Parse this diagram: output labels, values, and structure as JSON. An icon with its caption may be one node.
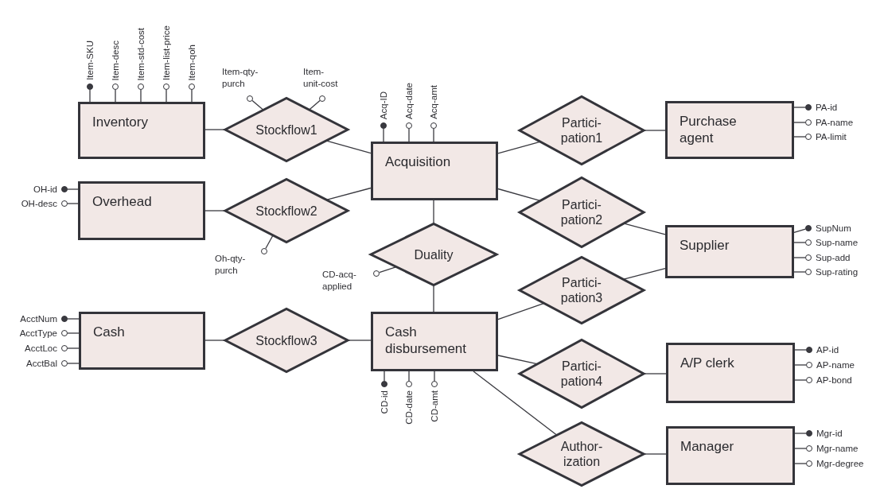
{
  "diagram": {
    "nodes": [
      {
        "text": [],
        "shape": "dot",
        "beside": [
          "Item-SKU"
        ]
      },
      {
        "text": [],
        "shape": "circle",
        "beside": [
          "Item-desc"
        ]
      },
      {
        "text": [],
        "shape": "circle",
        "beside": [
          "Item-std-cost"
        ]
      },
      {
        "text": [],
        "shape": "circle",
        "beside": [
          "Item-list-price"
        ]
      },
      {
        "text": [],
        "shape": "circle",
        "beside": [
          "Item-qoh"
        ]
      },
      {
        "text": [],
        "shape": "circle",
        "beside": [
          "Item-qty- purch"
        ]
      },
      {
        "text": [],
        "shape": "circle",
        "beside": [
          "Item- unit-cost"
        ]
      },
      {
        "text": [],
        "shape": "dot",
        "beside": [
          "Acq-ID"
        ]
      },
      {
        "text": [],
        "shape": "circle",
        "beside": [
          "Acq-date"
        ]
      },
      {
        "text": [],
        "shape": "circle",
        "beside": [
          "Acq-amt"
        ]
      },
      {
        "text": [
          "Inventory"
        ]
      },
      {
        "text": [
          "Stockflow1"
        ]
      },
      {
        "text": [
          "Acquisition"
        ]
      },
      {
        "text": [
          "Partici- pation1"
        ]
      },
      {
        "text": [
          "Purchase agent"
        ]
      },
      {
        "text": [],
        "shape": "dot",
        "beside": [
          "PA-id"
        ]
      },
      {
        "text": [],
        "shape": "circle",
        "beside": [
          "PA-name"
        ]
      },
      {
        "text": [],
        "shape": "circle",
        "beside": [
          "PA-limit"
        ]
      },
      {
        "text": [],
        "shape": "dot",
        "beside": [
          "OH-id"
        ]
      },
      {
        "text": [],
        "shape": "circle",
        "beside": [
          "OH-desc"
        ]
      },
      {
        "text": [
          "Overhead"
        ]
      },
      {
        "text": [
          "Stockflow2"
        ]
      },
      {
        "text": [
          "Partici- pation2"
        ]
      },
      {
        "text": [
          "Supplier"
        ]
      },
      {
        "text": [],
        "shape": "dot",
        "beside": [
          "SupNum"
        ]
      },
      {
        "text": [],
        "shape": "circle",
        "beside": [
          "Sup-name"
        ]
      },
      {
        "text": [],
        "shape": "circle",
        "beside": [
          "Sup-add"
        ]
      },
      {
        "text": [],
        "shape": "circle",
        "beside": [
          "Sup-rating"
        ]
      },
      {
        "text": [],
        "shape": "circle",
        "beside": [
          "Oh-qty- purch"
        ]
      },
      {
        "text": [
          "Duality"
        ]
      },
      {
        "text": [],
        "shape": "circle",
        "beside": [
          "CD-acq- applied"
        ]
      },
      {
        "text": [
          "Partici- pation3"
        ]
      },
      {
        "text": [],
        "shape": "dot",
        "beside": [
          "AcctNum"
        ]
      },
      {
        "text": [],
        "shape": "circle",
        "beside": [
          "AcctType"
        ]
      },
      {
        "text": [],
        "shape": "circle",
        "beside": [
          "AcctLoc"
        ]
      },
      {
        "text": [],
        "shape": "circle",
        "beside": [
          "AcctBal"
        ]
      },
      {
        "text": [
          "Cash"
        ]
      },
      {
        "text": [
          "Stockflow3"
        ]
      },
      {
        "text": [
          "Cash disbursement"
        ]
      },
      {
        "text": [
          "Partici- pation4"
        ]
      },
      {
        "text": [
          "A/P clerk"
        ]
      },
      {
        "text": [],
        "shape": "dot",
        "beside": [
          "AP-id"
        ]
      },
      {
        "text": [],
        "shape": "circle",
        "beside": [
          "AP-name"
        ]
      },
      {
        "text": [],
        "shape": "circle",
        "beside": [
          "AP-bond"
        ]
      },
      {
        "text": [],
        "shape": "dot",
        "beside": [
          "CD-id"
        ]
      },
      {
        "text": [],
        "shape": "circle",
        "beside": [
          "CD-date"
        ]
      },
      {
        "text": [],
        "shape": "circle",
        "beside": [
          "CD-amt"
        ]
      },
      {
        "text": [
          "Author- ization"
        ]
      },
      {
        "text": [
          "Manager"
        ]
      },
      {
        "text": [],
        "shape": "dot",
        "beside": [
          "Mgr-id"
        ]
      },
      {
        "text": [],
        "shape": "circle",
        "beside": [
          "Mgr-name"
        ]
      },
      {
        "text": [],
        "shape": "circle",
        "beside": [
          "Mgr-degree"
        ]
      }
    ],
    "edges": [
      {
        "from": 10,
        "to": 11,
        "arrow": "none"
      },
      {
        "from": 11,
        "to": 12,
        "arrow": "none"
      },
      {
        "from": 20,
        "to": 21,
        "arrow": "none"
      },
      {
        "from": 21,
        "to": 12,
        "arrow": "none"
      },
      {
        "from": 12,
        "to": 13,
        "arrow": "none"
      },
      {
        "from": 13,
        "to": 14,
        "arrow": "none"
      },
      {
        "from": 12,
        "to": 22,
        "arrow": "none"
      },
      {
        "from": 22,
        "to": 23,
        "arrow": "none"
      },
      {
        "from": 12,
        "to": 29,
        "arrow": "none"
      },
      {
        "from": 29,
        "to": 38,
        "arrow": "none"
      },
      {
        "from": 36,
        "to": 37,
        "arrow": "none"
      },
      {
        "from": 37,
        "to": 38,
        "arrow": "none"
      },
      {
        "from": 38,
        "to": 31,
        "arrow": "none"
      },
      {
        "from": 31,
        "to": 23,
        "arrow": "none"
      },
      {
        "from": 38,
        "to": 39,
        "arrow": "none"
      },
      {
        "from": 39,
        "to": 40,
        "arrow": "none"
      },
      {
        "from": 38,
        "to": 47,
        "arrow": "none"
      },
      {
        "from": 47,
        "to": 48,
        "arrow": "none"
      },
      {
        "from": 10,
        "to": 0,
        "arrow": "none"
      },
      {
        "from": 10,
        "to": 1,
        "arrow": "none"
      },
      {
        "from": 10,
        "to": 2,
        "arrow": "none"
      },
      {
        "from": 10,
        "to": 3,
        "arrow": "none"
      },
      {
        "from": 10,
        "to": 4,
        "arrow": "none"
      },
      {
        "from": 11,
        "to": 5,
        "arrow": "none"
      },
      {
        "from": 11,
        "to": 6,
        "arrow": "none"
      },
      {
        "from": 12,
        "to": 7,
        "arrow": "none"
      },
      {
        "from": 12,
        "to": 8,
        "arrow": "none"
      },
      {
        "from": 12,
        "to": 9,
        "arrow": "none"
      },
      {
        "from": 14,
        "to": 15,
        "arrow": "none"
      },
      {
        "from": 14,
        "to": 16,
        "arrow": "none"
      },
      {
        "from": 14,
        "to": 17,
        "arrow": "none"
      },
      {
        "from": 20,
        "to": 18,
        "arrow": "none"
      },
      {
        "from": 20,
        "to": 19,
        "arrow": "none"
      },
      {
        "from": 23,
        "to": 24,
        "arrow": "none"
      },
      {
        "from": 23,
        "to": 25,
        "arrow": "none"
      },
      {
        "from": 23,
        "to": 26,
        "arrow": "none"
      },
      {
        "from": 23,
        "to": 27,
        "arrow": "none"
      },
      {
        "from": 21,
        "to": 28,
        "arrow": "none"
      },
      {
        "from": 29,
        "to": 30,
        "arrow": "none"
      },
      {
        "from": 36,
        "to": 32,
        "arrow": "none"
      },
      {
        "from": 36,
        "to": 33,
        "arrow": "none"
      },
      {
        "from": 36,
        "to": 34,
        "arrow": "none"
      },
      {
        "from": 36,
        "to": 35,
        "arrow": "none"
      },
      {
        "from": 38,
        "to": 44,
        "arrow": "none"
      },
      {
        "from": 38,
        "to": 45,
        "arrow": "none"
      },
      {
        "from": 38,
        "to": 46,
        "arrow": "none"
      },
      {
        "from": 40,
        "to": 41,
        "arrow": "none"
      },
      {
        "from": 40,
        "to": 42,
        "arrow": "none"
      },
      {
        "from": 40,
        "to": 43,
        "arrow": "none"
      },
      {
        "from": 48,
        "to": 49,
        "arrow": "none"
      },
      {
        "from": 48,
        "to": 50,
        "arrow": "none"
      },
      {
        "from": 48,
        "to": 51,
        "arrow": "none"
      }
    ]
  }
}
